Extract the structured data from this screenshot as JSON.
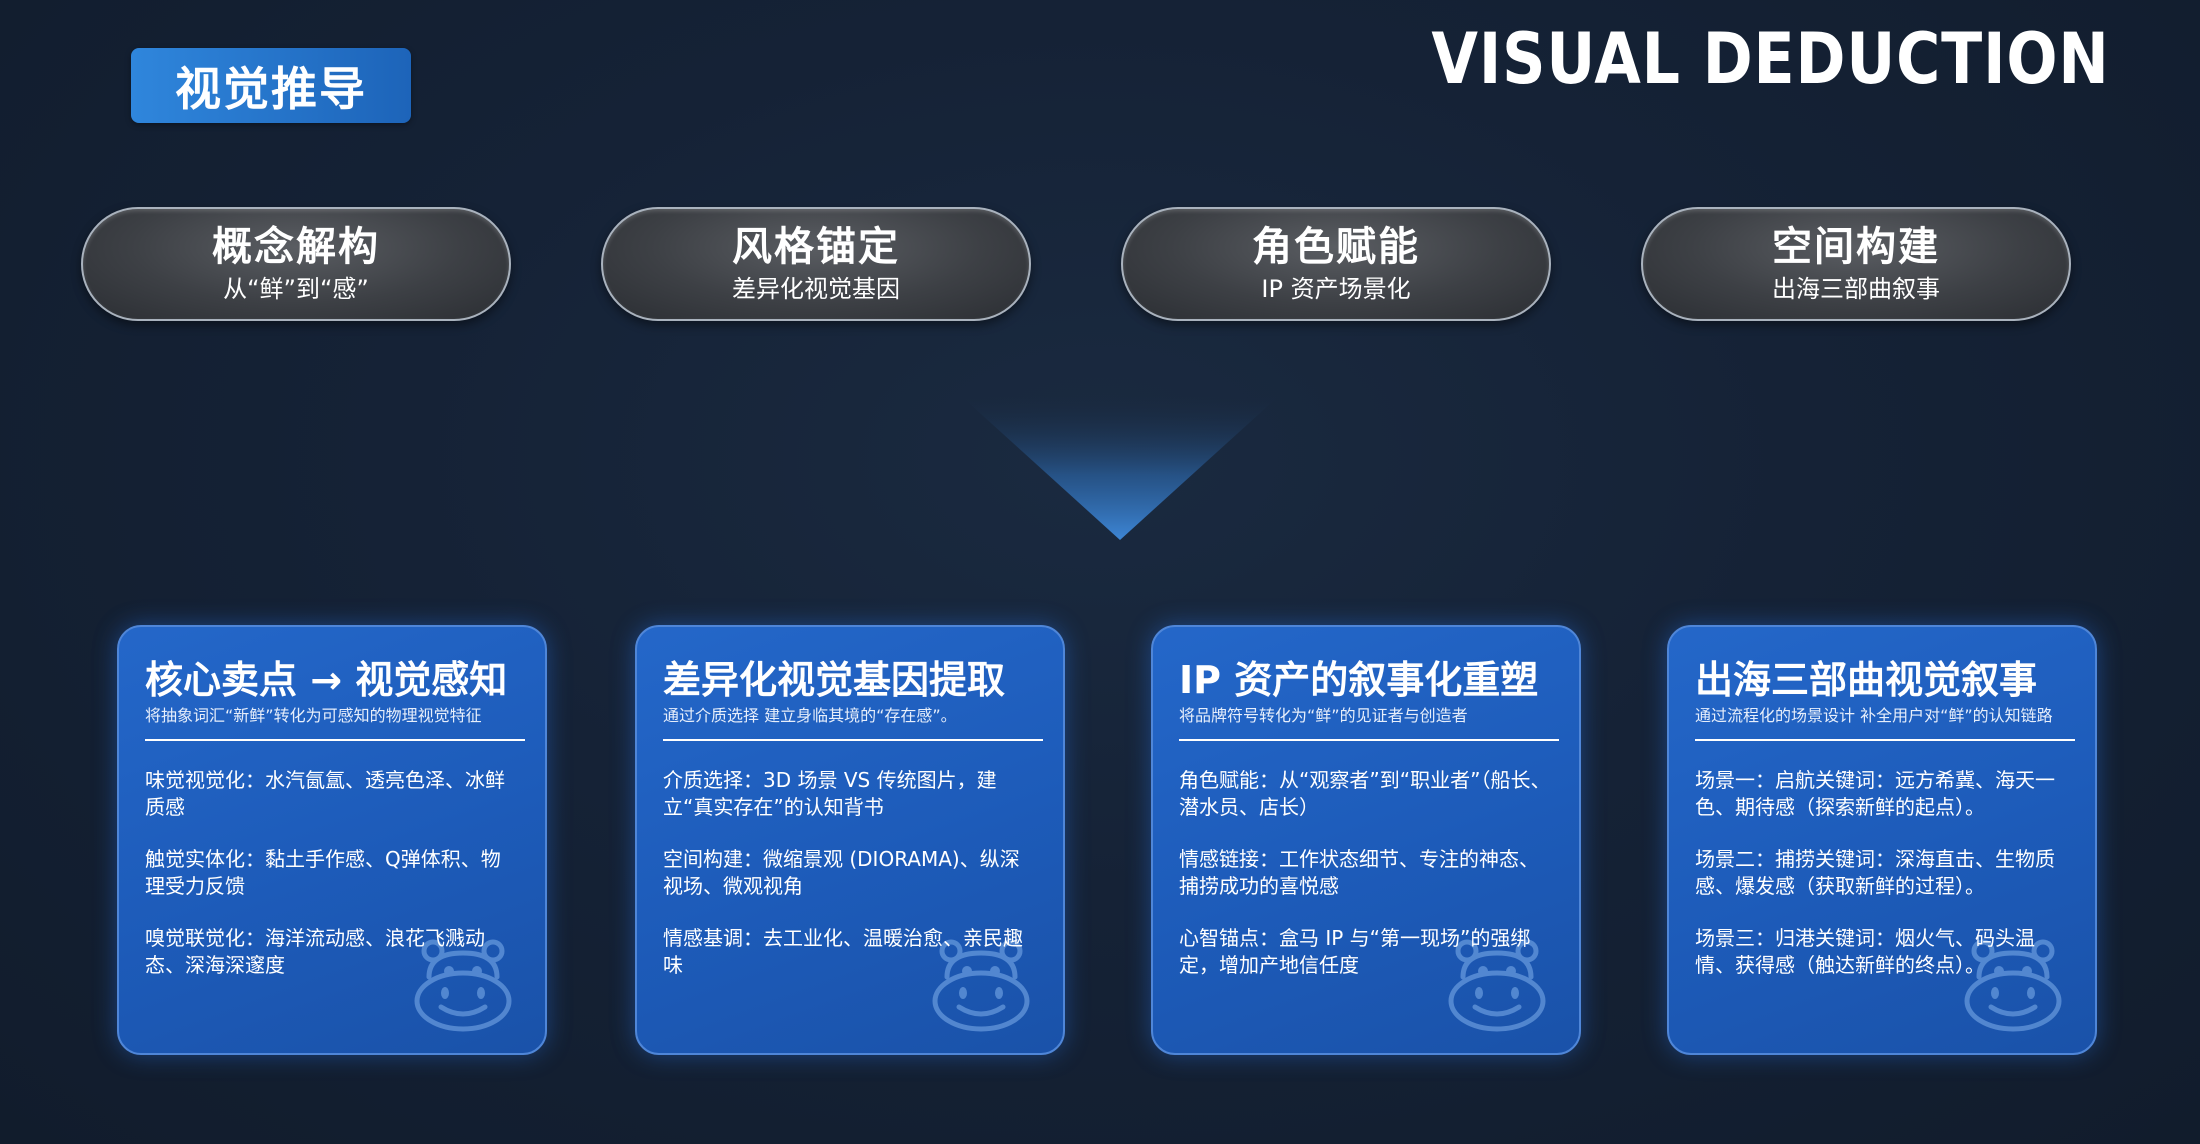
{
  "header": {
    "badge_label": "视觉推导",
    "brand_title": "VISUAL DEDUCTION"
  },
  "pills": [
    {
      "title": "概念解构",
      "subtitle": "从“鲜”到“感”"
    },
    {
      "title": "风格锚定",
      "subtitle": "差异化视觉基因"
    },
    {
      "title": "角色赋能",
      "subtitle": "IP 资产场景化"
    },
    {
      "title": "空间构建",
      "subtitle": "出海三部曲叙事"
    }
  ],
  "cards": [
    {
      "title": "核心卖点 → 视觉感知",
      "subtitle": "将抽象词汇“新鲜”转化为可感知的物理视觉特征",
      "items": [
        "味觉视觉化：水汽氤氲、透亮色泽、冰鲜质感",
        "触觉实体化：黏土手作感、Q弹体积、物理受力反馈",
        "嗅觉联觉化：海洋流动感、浪花飞溅动态、深海深邃度"
      ]
    },
    {
      "title": "差异化视觉基因提取",
      "subtitle": "通过介质选择 建立身临其境的“存在感”。",
      "items": [
        "介质选择：3D 场景 VS 传统图片，建立“真实存在”的认知背书",
        "空间构建：微缩景观 (DIORAMA)、纵深视场、微观视角",
        "情感基调：去工业化、温暖治愈、亲民趣味"
      ]
    },
    {
      "title": "IP 资产的叙事化重塑",
      "subtitle": "将品牌符号转化为“鲜”的见证者与创造者",
      "items": [
        "角色赋能：从“观察者”到“职业者”（船长、潜水员、店长）",
        "情感链接：工作状态细节、专注的神态、捕捞成功的喜悦感",
        "心智锚点：盒马 IP 与“第一现场”的强绑定，增加产地信任度"
      ]
    },
    {
      "title": "出海三部曲视觉叙事",
      "subtitle": "通过流程化的场景设计 补全用户对“鲜”的认知链路",
      "items": [
        "场景一：启航关键词：远方希冀、海天一色、期待感（探索新鲜的起点）。",
        "场景二：捕捞关键词：深海直击、生物质感、爆发感（获取新鲜的过程）。",
        "场景三：归港关键词：烟火气、码头温情、获得感（触达新鲜的终点）。"
      ]
    }
  ],
  "colors": {
    "background": "#152236",
    "card_blue": "#1f5cbc",
    "badge_blue": "#2a7bd3",
    "pill_gray": "#44474c"
  },
  "icons": {
    "mascot": "hippo-mascot-icon",
    "funnel": "funnel-triangle-icon"
  }
}
